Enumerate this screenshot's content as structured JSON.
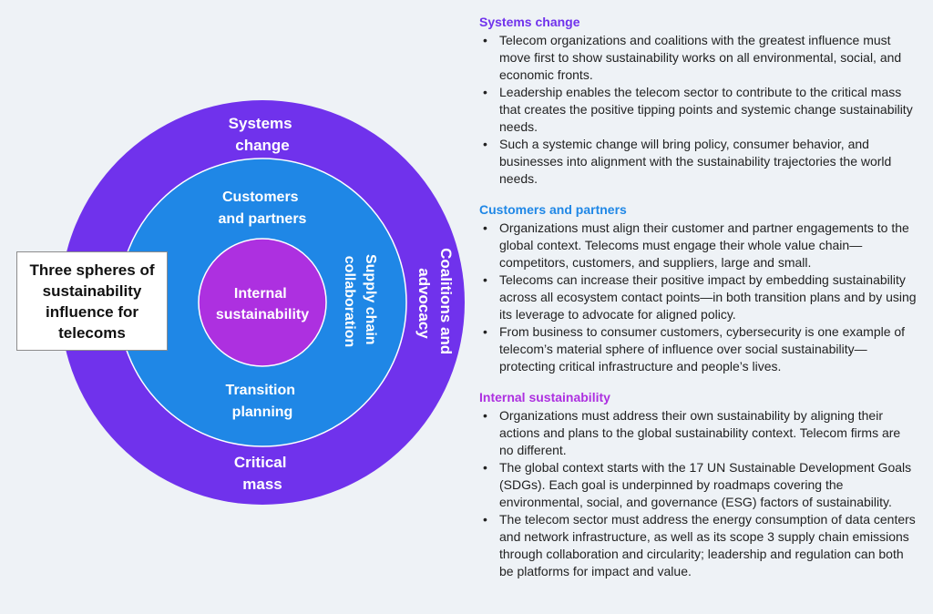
{
  "diagram": {
    "title_box": "Three spheres of sustainability influence for telecoms",
    "outer": {
      "top": [
        "Systems",
        "change"
      ],
      "right": [
        "Coalitions and",
        "advocacy"
      ],
      "bottom": [
        "Critical",
        "mass"
      ]
    },
    "middle": {
      "top": [
        "Customers",
        "and partners"
      ],
      "right": [
        "Supply chain",
        "collaboration"
      ],
      "bottom": [
        "Transition",
        "planning"
      ]
    },
    "inner": [
      "Internal",
      "sustainability"
    ],
    "colors": {
      "outer": "#7032ec",
      "middle": "#1f87e6",
      "inner": "#ad30e0",
      "ring_stroke": "#ffffff"
    }
  },
  "sections": [
    {
      "heading": "Systems change",
      "color": "#7032ec",
      "bullets": [
        "Telecom organizations and coalitions with the greatest influence must move first to show sustainability works on all environmental, social, and economic fronts.",
        "Leadership enables the telecom sector to contribute to the critical mass that creates the positive tipping points and systemic change sustainability needs.",
        "Such a systemic change will bring policy, consumer behavior, and businesses into alignment with the sustainability trajectories the world needs."
      ]
    },
    {
      "heading": "Customers and partners",
      "color": "#1f87e6",
      "bullets": [
        "Organizations must align their customer and partner engagements to the global context. Telecoms must engage their whole value chain—competitors, customers, and suppliers, large and small.",
        "Telecoms can increase their positive impact by embedding sustainability across all ecosystem contact points—in both transition plans and by using its leverage to advocate for aligned policy.",
        "From business to consumer customers, cybersecurity is one example of telecom’s material sphere of influence over social sustainability—protecting critical infrastructure and people’s lives."
      ]
    },
    {
      "heading": "Internal sustainability",
      "color": "#ad30e0",
      "bullets": [
        "Organizations must address their own sustainability by aligning their actions and plans to the global sustainability context. Telecom firms are no different.",
        "The global context starts with the 17 UN Sustainable Development Goals (SDGs). Each goal is underpinned by roadmaps covering the environmental, social, and governance (ESG) factors of sustainability.",
        "The telecom sector must address the energy consumption of data centers and network infrastructure, as well as its scope 3 supply chain emissions through collaboration and circularity; leadership and regulation can both be platforms for impact and value."
      ]
    }
  ]
}
